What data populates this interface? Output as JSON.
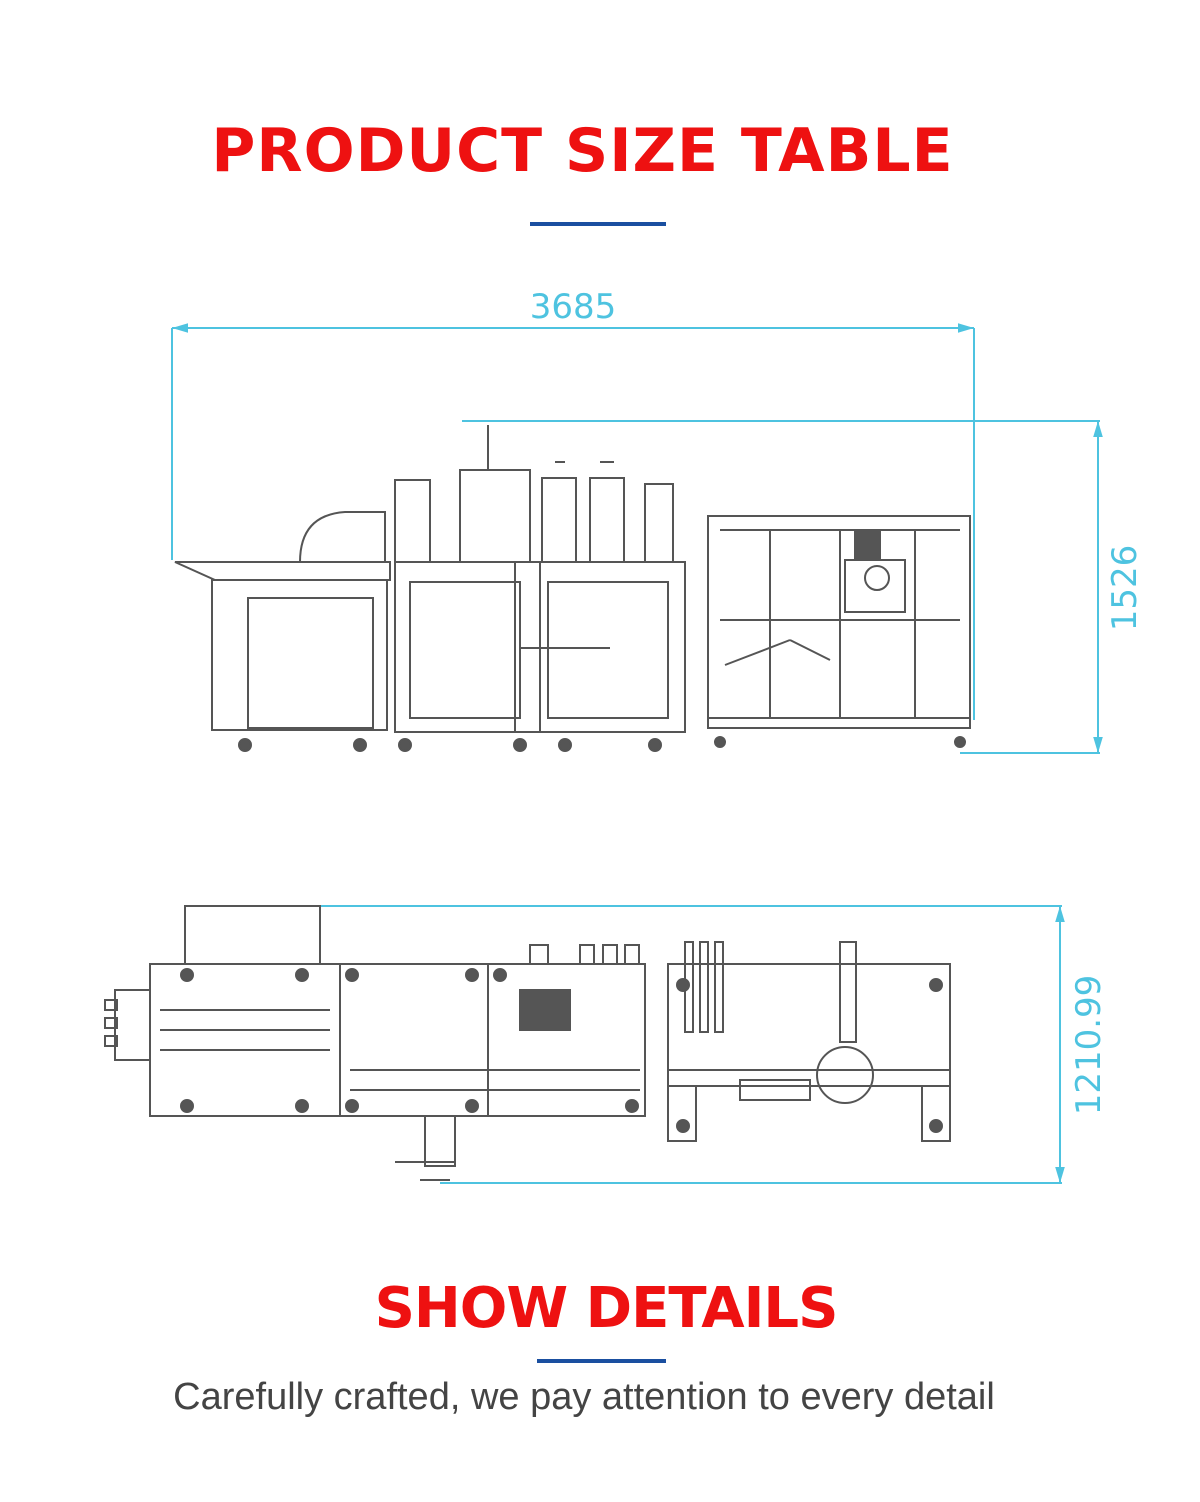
{
  "header": {
    "title": "PRODUCT SIZE TABLE"
  },
  "dimensions": {
    "length": "3685",
    "height": "1526",
    "width": "1210.99"
  },
  "details": {
    "title": "SHOW DETAILS",
    "subtitle": "Carefully crafted, we pay attention to every detail"
  },
  "colors": {
    "title": "#ee1111",
    "accent_bar": "#1a4fa0",
    "dimension": "#4ec3e0",
    "drawing": "#555555"
  }
}
